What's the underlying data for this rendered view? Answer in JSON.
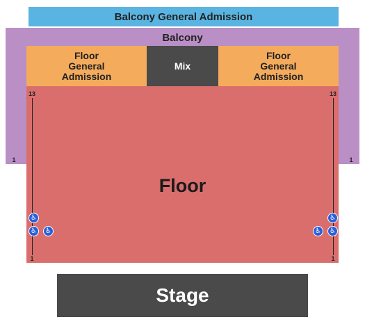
{
  "sections": {
    "balcony_ga": "Balcony General Admission",
    "balcony": "Balcony",
    "floor_ga_left": [
      "Floor",
      "General",
      "Admission"
    ],
    "mix": "Mix",
    "floor_ga_right": [
      "Floor",
      "General",
      "Admission"
    ],
    "floor": "Floor",
    "stage": "Stage"
  },
  "rows": {
    "balcony_left_row": "1",
    "balcony_right_row": "1",
    "floor_left_top": "13",
    "floor_left_bottom": "1",
    "floor_right_top": "13",
    "floor_right_bottom": "1"
  },
  "icons": {
    "accessible": "wheelchair-icon"
  },
  "colors": {
    "balcony_ga": "#5ab4e2",
    "balcony": "#b98fc6",
    "floor_ga": "#f5ab5c",
    "floor": "#d96e6c",
    "mix": "#4a4a4a",
    "stage": "#4a4a4a",
    "accessible": "#2b5fd9"
  }
}
